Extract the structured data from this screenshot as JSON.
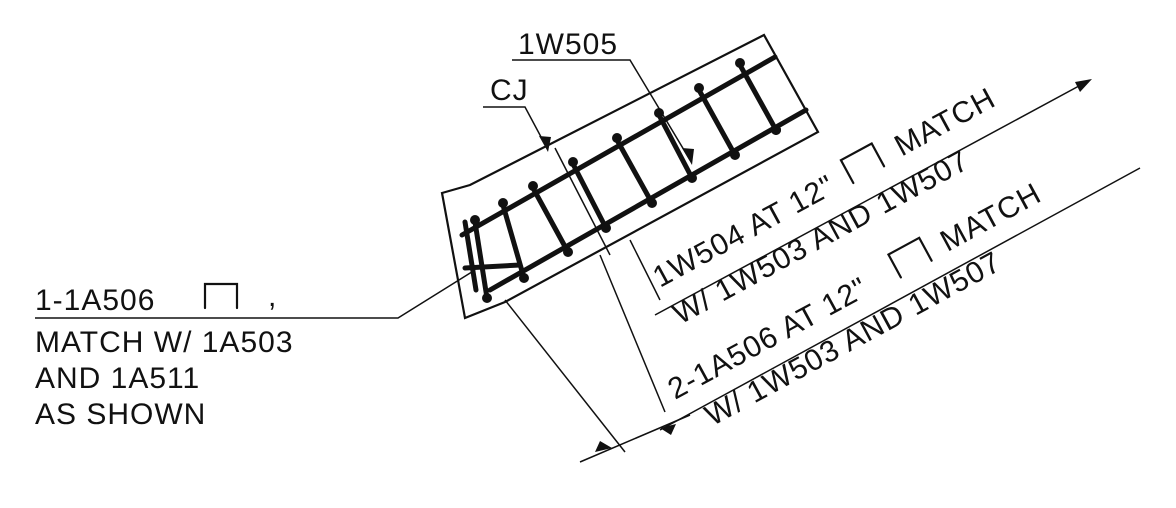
{
  "labels": {
    "cj": "CJ",
    "w505": "1W505",
    "w504_line1": "1W504 AT 12\"",
    "w504_line1b": "MATCH",
    "w504_line2": "W/ 1W503 AND 1W507",
    "a506_line1": "2-1A506 AT 12\"",
    "a506_line1b": "MATCH",
    "a506_line2": "W/ 1W503 AND 1W507",
    "left_line1": "1-1A506",
    "left_line1b": ",",
    "left_line2": "MATCH W/ 1A503",
    "left_line3": "AND 1A511",
    "left_line4": "AS SHOWN"
  }
}
